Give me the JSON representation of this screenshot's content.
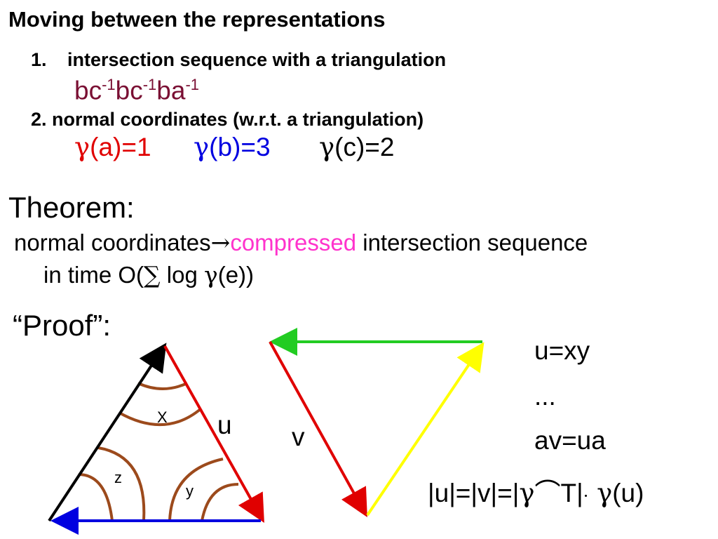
{
  "title": "Moving between the representations",
  "item1": {
    "number": "1.",
    "text": "intersection sequence with a triangulation"
  },
  "sequence": [
    {
      "base": "bc",
      "exp": "-1"
    },
    {
      "base": "bc",
      "exp": "-1"
    },
    {
      "base": "ba",
      "exp": "-1"
    }
  ],
  "item2": "2. normal coordinates (w.r.t. a triangulation)",
  "coords": [
    {
      "gamma": "γ",
      "rest": "(a)=1",
      "color": "#e00000"
    },
    {
      "gamma": "γ",
      "rest": "(b)=3",
      "color": "#0000e0"
    },
    {
      "gamma": "γ",
      "rest": "(c)=2",
      "color": "#000000"
    }
  ],
  "theorem": {
    "heading": "Theorem:",
    "line1_pre": "normal coordinates",
    "arrow": "→",
    "line1_highlight": "compressed",
    "line1_post": " intersection sequence",
    "line2_pre": "in time O(",
    "sigma": "∑",
    "line2_mid": " log ",
    "gamma": "γ",
    "line2_post": "(e))"
  },
  "proof": {
    "heading": "“Proof”:",
    "left_triangle_labels": {
      "x": "X",
      "z": "z",
      "y": "y",
      "u": "u"
    },
    "right_triangle_label": "v",
    "equations": [
      "u=xy",
      "...",
      "av=ua"
    ],
    "final": {
      "pre": "|u|=|v|=|",
      "gamma": "γ",
      "cap": "⌒",
      "post": "T|",
      "dot": "·",
      "gamma2": " γ",
      "end": "(u)"
    }
  },
  "colors": {
    "brown": "#9c4a1c",
    "red": "#e00000",
    "blue": "#0000e0",
    "green": "#22cc22",
    "yellow": "#ffff00",
    "pink": "#ff33cc",
    "sequence": "#7a0f33"
  }
}
